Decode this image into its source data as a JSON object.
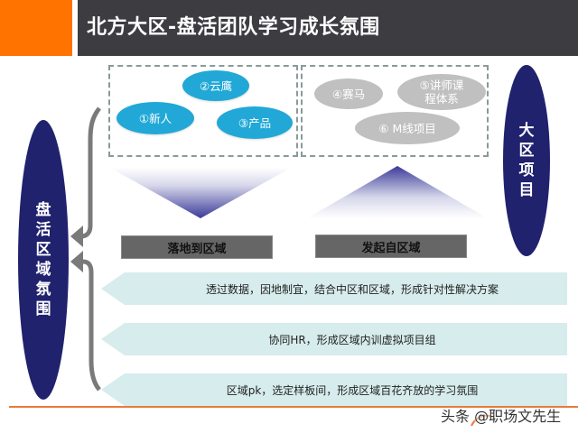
{
  "header": {
    "title": "北方大区-盘活团队学习成长氛围",
    "accent_color": "#ff7300",
    "bar_color": "#3d3c41"
  },
  "left_group": {
    "items": [
      {
        "label": "②云鹰"
      },
      {
        "label": "①新人"
      },
      {
        "label": "③产品"
      }
    ],
    "color": "#21a8d6"
  },
  "right_group": {
    "items": [
      {
        "label": "④赛马"
      },
      {
        "label": "⑤讲师课程体系"
      },
      {
        "label": "⑥ M线项目"
      }
    ],
    "color": "#c0c0c0"
  },
  "left_oval": {
    "label": "盘活区域氛围",
    "color": "#20226e"
  },
  "right_oval": {
    "label": "大区项目",
    "color": "#20226e"
  },
  "labels": {
    "land_to_region": "落地到区域",
    "launch_from_region": "发起自区域"
  },
  "banners": [
    {
      "text": "透过数据，因地制宜，结合中区和区域，形成针对性解决方案"
    },
    {
      "text": "协同HR，形成区域内训虚拟项目组"
    },
    {
      "text": "区域pk，选定样板间，形成区域百花齐放的学习氛围"
    }
  ],
  "watermark": {
    "text": "头条 @职场文先生"
  }
}
